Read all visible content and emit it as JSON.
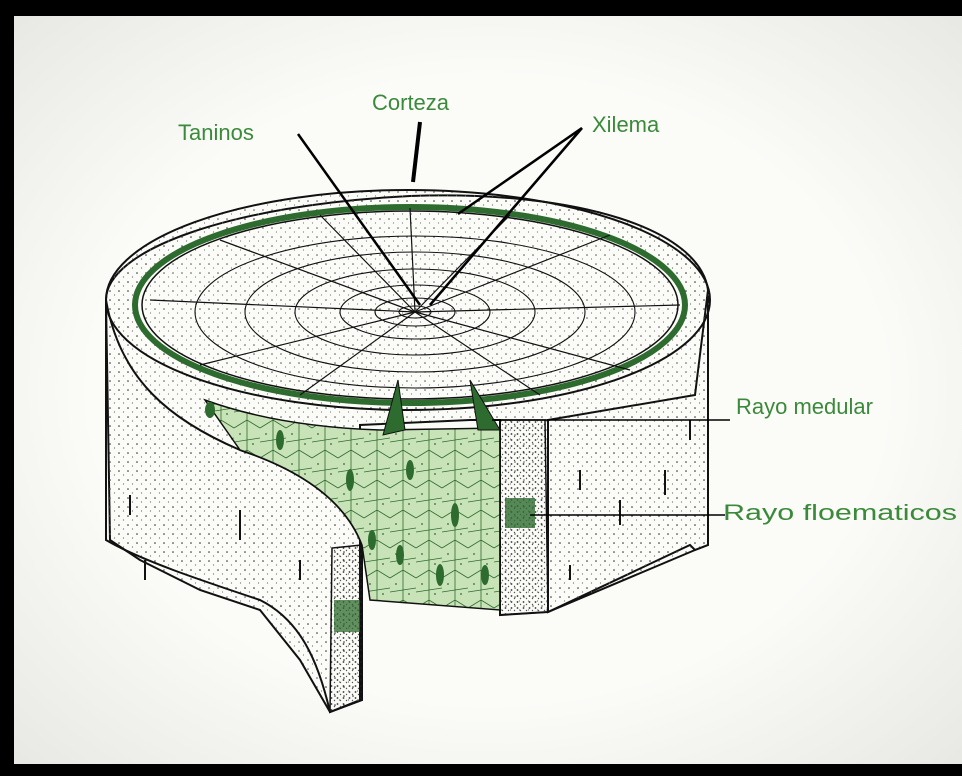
{
  "diagram": {
    "labels": {
      "corteza": "Corteza",
      "taninos": "Taninos",
      "xilema": "Xilema",
      "rayo_medular": "Rayo medular",
      "rayo_floematicos": "Rayo floematicos"
    },
    "colors": {
      "label": "#3b8a3b",
      "wedge_fill": "#c9e3b8",
      "wedge_dark": "#2e6b2e",
      "frame": "#000000",
      "paper": "#fbfbf8"
    }
  }
}
